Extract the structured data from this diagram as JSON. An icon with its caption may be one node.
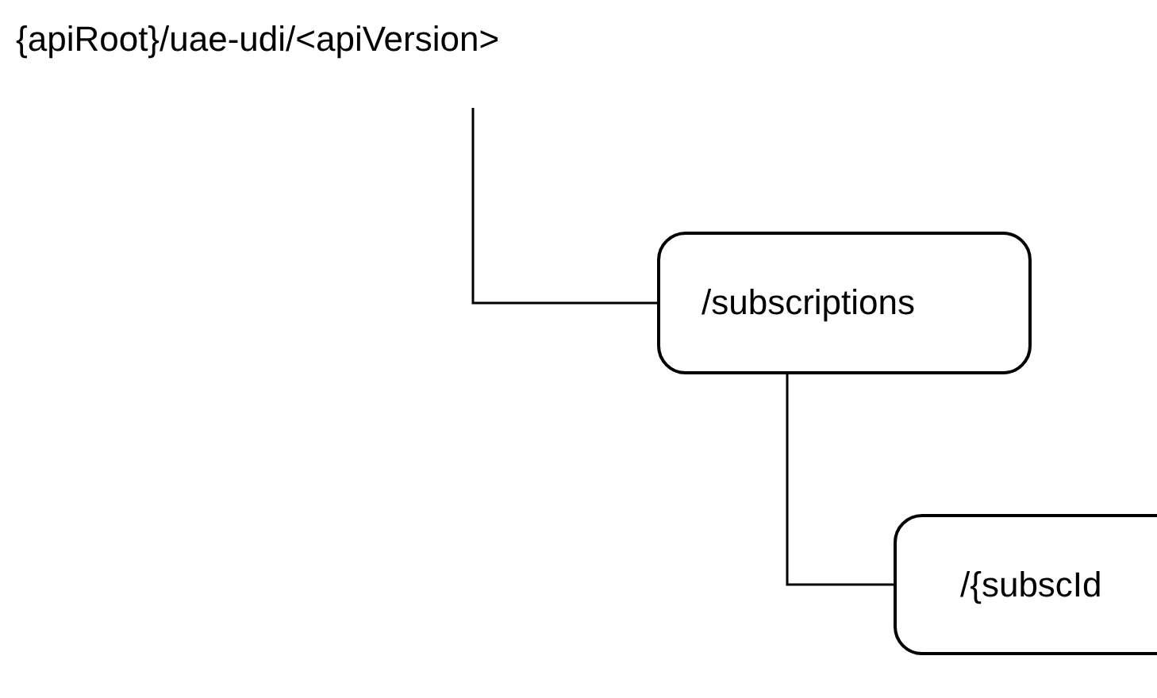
{
  "diagram": {
    "nodes": [
      {
        "text": [
          "{apiRoot}/uae-udi/<apiVersion>"
        ]
      },
      {
        "text": [
          "/subscriptions"
        ]
      },
      {
        "text": [
          "/{subscId"
        ]
      }
    ],
    "edges": [
      {
        "from": 0,
        "to": 1,
        "arrow": "none"
      },
      {
        "from": 1,
        "to": 2,
        "arrow": "none"
      }
    ]
  }
}
